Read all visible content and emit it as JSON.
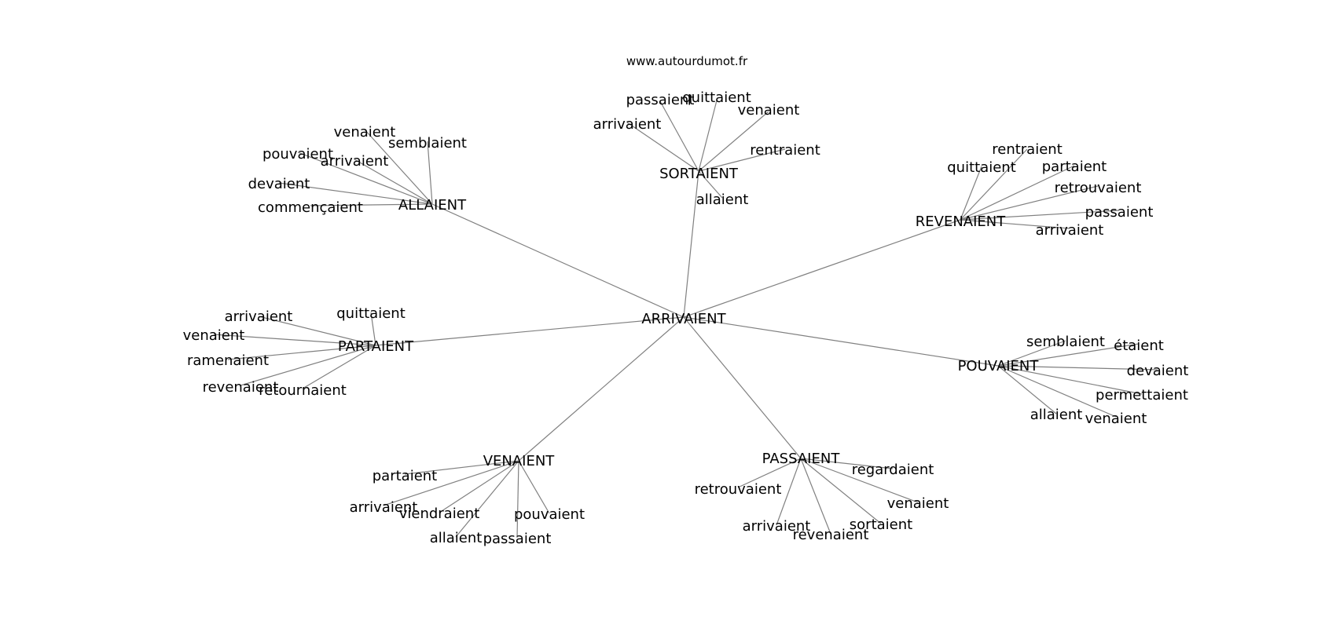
{
  "credit": "www.autourdumot.fr",
  "center": "ARRIVAIENT",
  "hubs": [
    {
      "label": "ALLAIENT",
      "leaves": [
        "venaient",
        "semblaient",
        "pouvaient",
        "arrivaient",
        "devaient",
        "commençaient"
      ]
    },
    {
      "label": "SORTAIENT",
      "leaves": [
        "passaient",
        "quittaient",
        "venaient",
        "arrivaient",
        "rentraient",
        "allaient"
      ]
    },
    {
      "label": "REVENAIENT",
      "leaves": [
        "rentraient",
        "quittaient",
        "partaient",
        "retrouvaient",
        "passaient",
        "arrivaient"
      ]
    },
    {
      "label": "PARTAIENT",
      "leaves": [
        "quittaient",
        "arrivaient",
        "venaient",
        "ramenaient",
        "revenaient",
        "retournaient"
      ]
    },
    {
      "label": "POUVAIENT",
      "leaves": [
        "semblaient",
        "étaient",
        "devaient",
        "permettaient",
        "allaient",
        "venaient"
      ]
    },
    {
      "label": "VENAIENT",
      "leaves": [
        "partaient",
        "arrivaient",
        "viendraient",
        "pouvaient",
        "allaient",
        "passaient"
      ]
    },
    {
      "label": "PASSAIENT",
      "leaves": [
        "regardaient",
        "retrouvaient",
        "venaient",
        "sortaient",
        "arrivaient",
        "revenaient"
      ]
    }
  ]
}
